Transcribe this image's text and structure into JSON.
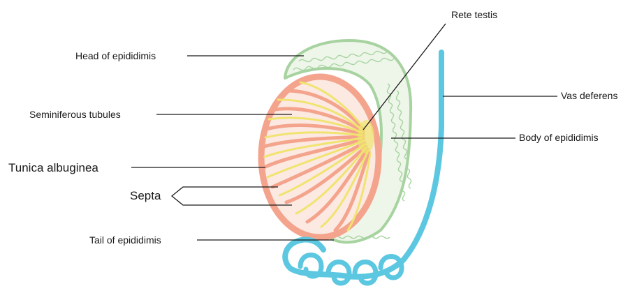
{
  "labels": {
    "head": "Head of epididimis",
    "seminiferous": "Seminiferous tubules",
    "tunica": "Tunica albuginea",
    "septa": "Septa",
    "tail": "Tail of epididimis",
    "rete": "Rete testis",
    "vas": "Vas deferens",
    "body": "Body of epididimis"
  },
  "colors": {
    "testis_outline": "#f4a48c",
    "testis_fill": "#fbe9e2",
    "tubules": "#f0e46e",
    "epididymis": "#a7d3a0",
    "epididymis_fill": "#eef6ea",
    "vas_deferens": "#5cc7e0",
    "leader_lines": "#1a1a1a"
  }
}
